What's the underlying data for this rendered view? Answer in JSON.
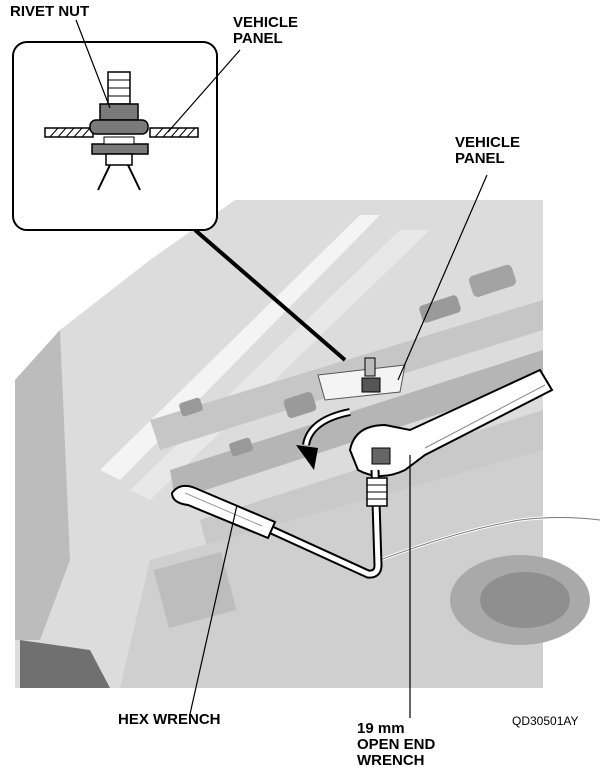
{
  "labels": {
    "rivet_nut": "RIVET NUT",
    "vehicle_panel_inset_1": "VEHICLE",
    "vehicle_panel_inset_2": "PANEL",
    "vehicle_panel_main_1": "VEHICLE",
    "vehicle_panel_main_2": "PANEL",
    "hex_wrench": "HEX WRENCH",
    "open_end_1": "19 mm",
    "open_end_2": "OPEN END",
    "open_end_3": "WRENCH",
    "figure_code": "QD30501AY"
  },
  "colors": {
    "photo_bg": "#d9d9d9",
    "photo_dark": "#8c8c8c",
    "photo_light": "#f2f2f2",
    "line": "#000000"
  }
}
